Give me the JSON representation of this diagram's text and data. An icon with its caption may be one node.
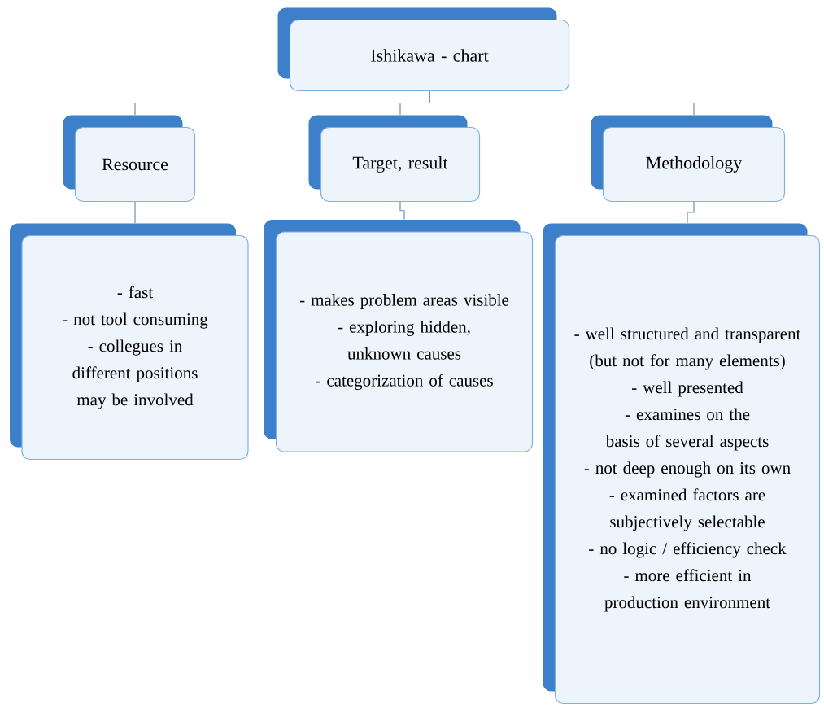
{
  "diagram": {
    "nodes": [
      {
        "text": [
          "Ishikawa - chart"
        ]
      },
      {
        "text": [
          "Resource"
        ]
      },
      {
        "text": [
          "Target, result"
        ]
      },
      {
        "text": [
          "Methodology"
        ]
      },
      {
        "text": [
          "- fast",
          "- not tool consuming",
          "- collegues in different positions may be involved"
        ]
      },
      {
        "text": [
          "- makes problem areas visible",
          "- exploring hidden, unknown causes",
          "- categorization of causes"
        ]
      },
      {
        "text": [
          "- well structured and transparent (but not for many elements)",
          "- well presented",
          "- examines on the basis of several aspects",
          "- not deep enough on its own",
          "- examined factors are subjectively selectable",
          "- no logic / efficiency check",
          "- more efficient in production environment"
        ]
      }
    ],
    "edges": [
      {
        "from": 0,
        "to": 1,
        "arrow": "none"
      },
      {
        "from": 0,
        "to": 2,
        "arrow": "none"
      },
      {
        "from": 0,
        "to": 3,
        "arrow": "none"
      },
      {
        "from": 1,
        "to": 4,
        "arrow": "none"
      },
      {
        "from": 2,
        "to": 5,
        "arrow": "none"
      },
      {
        "from": 3,
        "to": 6,
        "arrow": "none"
      }
    ]
  }
}
